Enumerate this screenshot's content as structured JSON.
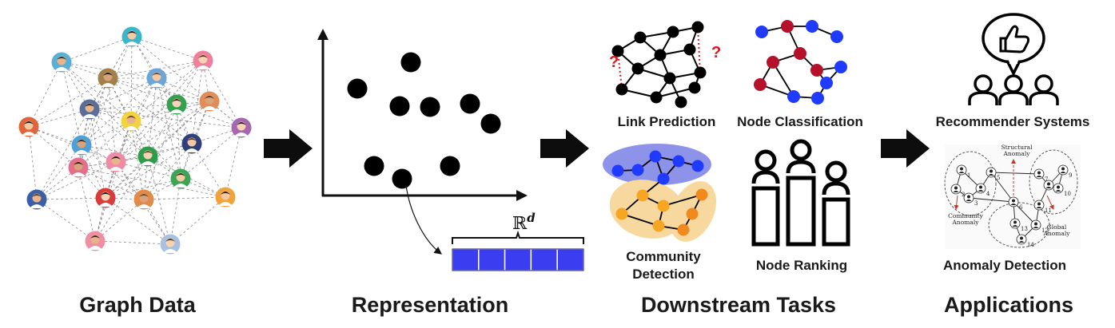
{
  "sections": {
    "graph_data": "Graph Data",
    "representation": "Representation",
    "downstream": "Downstream Tasks",
    "applications": "Applications"
  },
  "tasks": {
    "link_prediction": "Link Prediction",
    "node_classification": "Node Classification",
    "community_line1": "Community",
    "community_line2": "Detection",
    "node_ranking": "Node Ranking",
    "question_mark": "?"
  },
  "apps": {
    "recommender": "Recommender Systems",
    "anomaly": "Anomaly Detection",
    "anomaly_structural_1": "Structural",
    "anomaly_structural_2": "Anomaly",
    "anomaly_community_1": "Community",
    "anomaly_community_2": "Anomaly",
    "anomaly_global_1": "Global",
    "anomaly_global_2": "Anomaly",
    "anomaly_node_ids": [
      "1",
      "2",
      "3",
      "4",
      "5",
      "6",
      "7",
      "8",
      "9",
      "10",
      "11",
      "12",
      "13",
      "14"
    ]
  },
  "representation": {
    "space_label_base": "ℝ",
    "space_label_exp": "d",
    "embedding_cells": 5
  },
  "colors": {
    "embedding_blue": "#3a3df0",
    "node_red": "#b5112b",
    "node_blue": "#1f3bff",
    "community_orange": "#f6a623",
    "community_blue_bg": "#8e93ea",
    "community_orange_bg": "#f7d9a0",
    "question_red": "#e4141b"
  }
}
